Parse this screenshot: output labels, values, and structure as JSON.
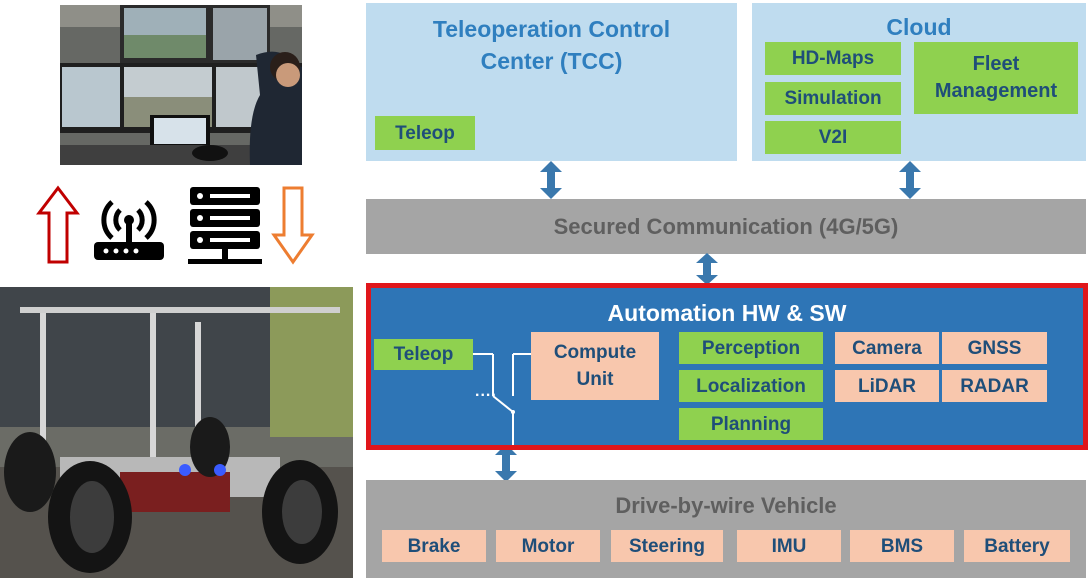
{
  "tcc": {
    "title": "Teleoperation Control Center (TCC)",
    "teleop": "Teleop"
  },
  "cloud": {
    "title": "Cloud",
    "items": [
      "HD-Maps",
      "Simulation",
      "V2I"
    ],
    "fleet": "Fleet Management"
  },
  "secured": {
    "label": "Secured Communication (4G/5G)"
  },
  "automation": {
    "title": "Automation HW & SW",
    "teleop": "Teleop",
    "compute": "Compute Unit",
    "modules": [
      "Perception",
      "Localization",
      "Planning"
    ],
    "sensors": [
      "Camera",
      "GNSS",
      "LiDAR",
      "RADAR"
    ],
    "switch_dots": "....",
    "border_color": "#e0161b",
    "fill_color": "#2e75b6"
  },
  "vehicle": {
    "title": "Drive-by-wire Vehicle",
    "components": [
      "Brake",
      "Motor",
      "Steering",
      "IMU",
      "BMS",
      "Battery"
    ]
  },
  "icons": {
    "up_arrow": "red-up-arrow-icon",
    "router": "wifi-router-icon",
    "server": "server-rack-icon",
    "down_arrow": "orange-down-arrow-icon"
  },
  "colors": {
    "panel": "#bfdcef",
    "green": "#8fd14f",
    "salmon": "#f8c7ad",
    "gray": "#a5a5a5",
    "arrow": "#3a78ad"
  }
}
